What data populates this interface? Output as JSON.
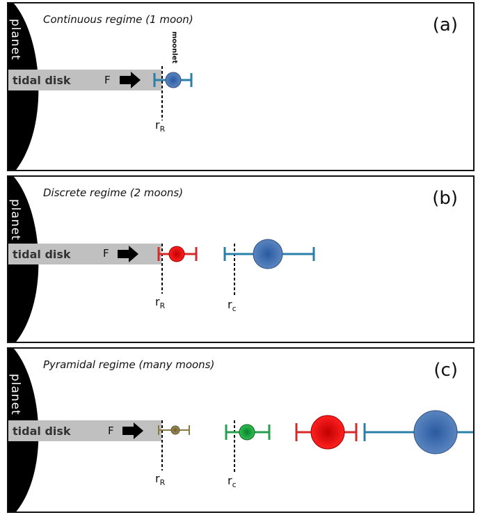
{
  "panels": {
    "a": {
      "title": "Continuous regime (1 moon)",
      "tag": "(a)"
    },
    "b": {
      "title": "Discrete regime  (2 moons)",
      "tag": "(b)"
    },
    "c": {
      "title": "Pyramidal regime (many moons)",
      "tag": "(c)"
    }
  },
  "labels": {
    "planet": "planet",
    "tidal_disk": "tidal disk",
    "force": "F",
    "moonlet": "moonlet",
    "r": "r",
    "roche_sub": "R",
    "crit_sub": "c"
  },
  "colors": {
    "planet": "#000000",
    "disk": "#c0c0c0",
    "blue": "#3d6aa6",
    "red": "#e00000",
    "green": "#19a040",
    "olive": "#8a7a40",
    "teal_bar": "#2a7fa8",
    "red_bar": "#d62a2a",
    "green_bar": "#27a050"
  }
}
